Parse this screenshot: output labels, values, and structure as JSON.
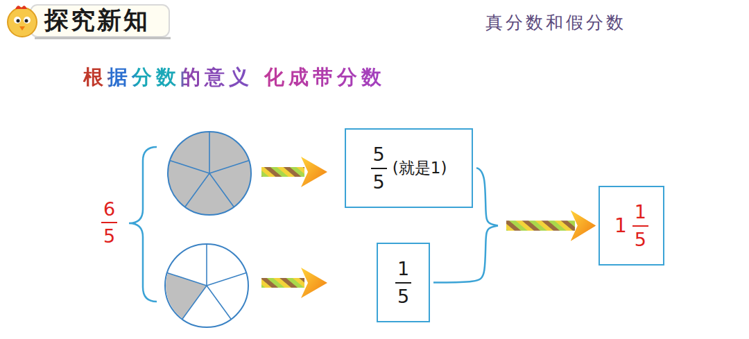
{
  "diagram": {
    "title": "探究新知",
    "nodes": [
      {
        "text": [
          "5",
          "5",
          "(就是1)"
        ]
      },
      {
        "text": [
          "1",
          "5"
        ]
      },
      {
        "text": [
          "1",
          "1",
          "5"
        ]
      }
    ],
    "edges": [
      {
        "from": 0,
        "to": 2,
        "arrow": "to"
      },
      {
        "from": 1,
        "to": 2,
        "arrow": "to"
      }
    ],
    "labels": [
      "真分数和假分数",
      "根据分数的意义 化成带分数",
      "6",
      "5"
    ]
  }
}
